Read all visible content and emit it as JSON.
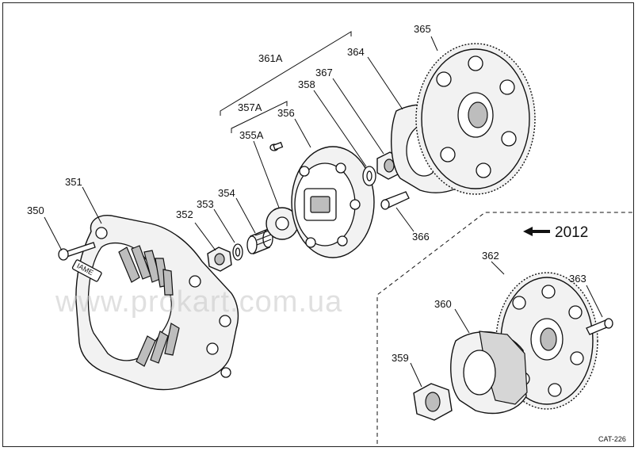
{
  "labels": {
    "p350": "350",
    "p351": "351",
    "p352": "352",
    "p353": "353",
    "p354": "354",
    "p355a": "355A",
    "p356": "356",
    "p357a": "357A",
    "p358": "358",
    "p359": "359",
    "p360": "360",
    "p361a": "361A",
    "p362": "362",
    "p363": "363",
    "p364": "364",
    "p365": "365",
    "p366": "366",
    "p367": "367"
  },
  "year_tag": "2012",
  "watermark": "www.prokart.com.ua",
  "catalog_code": "CAT-226",
  "cover_logo": "IAME"
}
